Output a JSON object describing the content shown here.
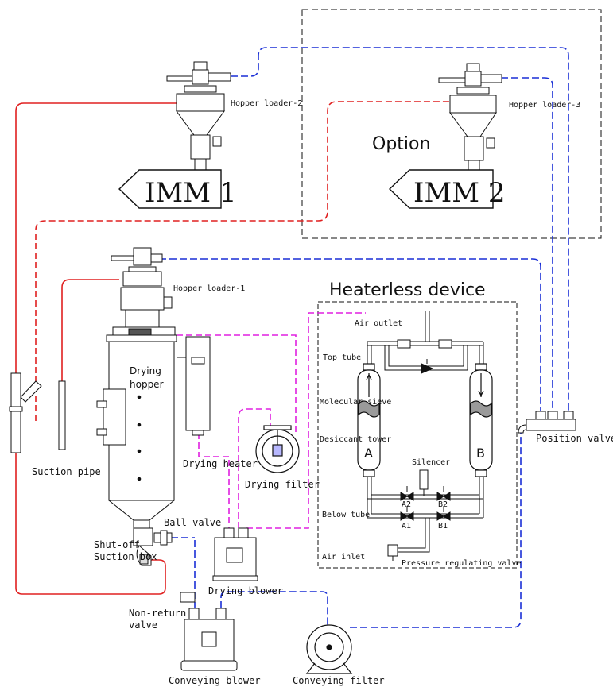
{
  "labels": {
    "hopper_loader_1": "Hopper loader-1",
    "hopper_loader_2": "Hopper loader-2",
    "hopper_loader_3": "Hopper loader-3",
    "option": "Option",
    "imm_1": "IMM 1",
    "imm_2": "IMM 2",
    "heaterless_device": "Heaterless device",
    "air_outlet": "Air outlet",
    "top_tube": "Top tube",
    "molecular_sieve": "Molecular sieve",
    "desiccant_tower": "Desiccant tower",
    "tower_a": "A",
    "tower_b": "B",
    "silencer": "Silencer",
    "below_tube": "Below tube",
    "valve_a2": "A2",
    "valve_b2": "B2",
    "valve_a1": "A1",
    "valve_b1": "B1",
    "air_inlet": "Air inlet",
    "pressure_regulating_valve": "Pressure regulating valve",
    "position_valve": "Position valve",
    "drying_hopper_l1": "Drying",
    "drying_hopper_l2": "hopper",
    "suction_pipe": "Suction pipe",
    "drying_heater": "Drying heater",
    "drying_filter": "Drying filter",
    "ball_valve": "Ball valve",
    "shutoff_l1": "Shut-off",
    "shutoff_l2": "Suction box",
    "drying_blower": "Drying blower",
    "non_return_l1": "Non-return",
    "non_return_l2": "valve",
    "conveying_blower": "Conveying blower",
    "conveying_filter": "Conveying filter"
  },
  "colors": {
    "material_line": "#e02020",
    "vacuum_line": "#1a2fd6",
    "drying_air_line": "#e020e0",
    "outline": "#111111"
  }
}
